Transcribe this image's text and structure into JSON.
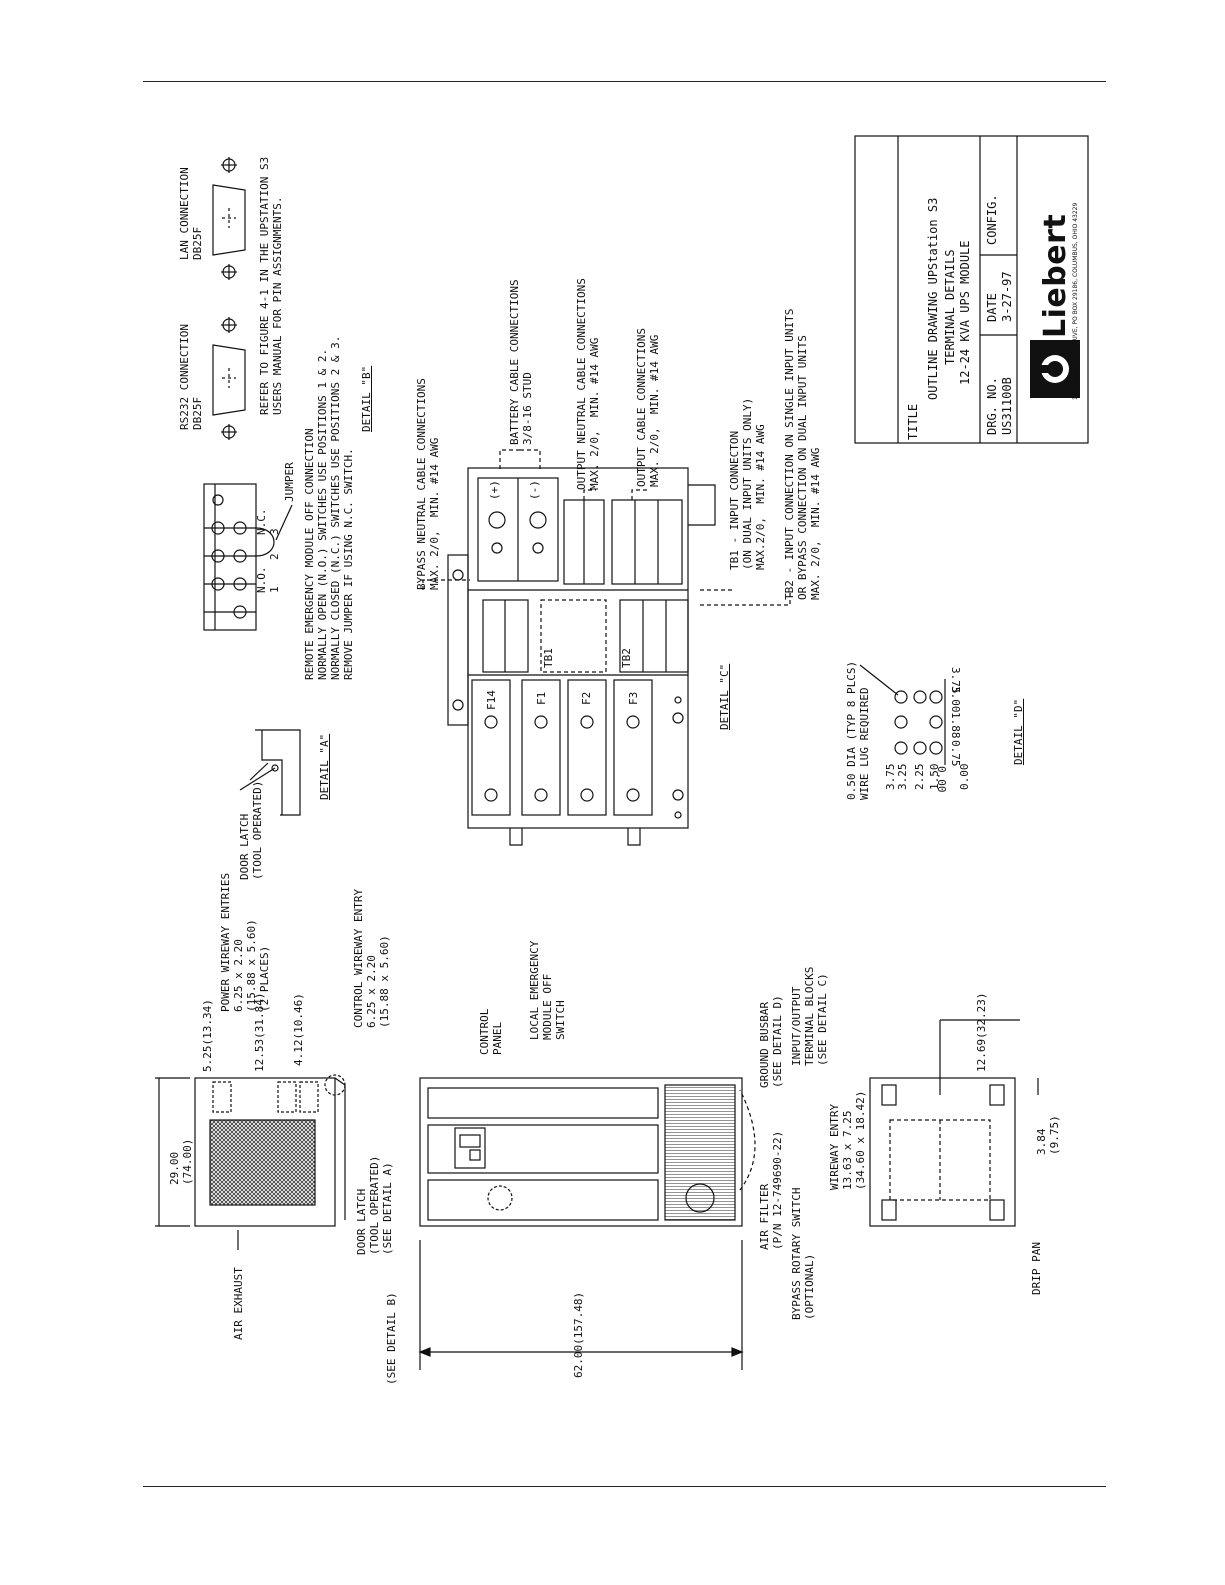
{
  "title_block": {
    "title_label": "TITLE",
    "title_lines": [
      "OUTLINE DRAWING UPStation S3",
      "TERMINAL DETAILS",
      "12-24 KVA UPS MODULE"
    ],
    "drg_no_label": "DRG. NO.",
    "drg_no": "US31100B",
    "date_label": "DATE",
    "date": "3-27-97",
    "config_label": "CONFIG.",
    "logo_text": "Liebert",
    "logo_address": "1050 DEARBORN DRIVE, PO BOX 29186, COLUMBUS, OHIO 43229"
  },
  "detail_a": {
    "title": "DETAIL \"A\"",
    "door_latch": "DOOR LATCH\n(TOOL OPERATED)"
  },
  "detail_b": {
    "title": "DETAIL \"B\"",
    "rs232": "RS232 CONNECTION\nDB25F",
    "lan": "LAN CONNECTION\nDB25F",
    "refer": "REFER TO FIGURE 4-1 IN THE UPSTATION S3\nUSERS MANUAL FOR PIN ASSIGNMENTS.",
    "remote_epo": "REMOTE EMERGENCY MODULE OFF CONNECTION\nNORMALLY OPEN (N.O.) SWITCHES USE POSITIONS 1 & 2.\nNORMALLY CLOSED (N.C.) SWITCHES USE POSITIONS 2 & 3.\nREMOVE JUMPER IF USING N.C. SWITCH.",
    "jumper": "JUMPER",
    "pin_no": "N.O.\n1",
    "pin_2": "2",
    "pin_nc": "N.C.\n3"
  },
  "detail_c": {
    "title": "DETAIL \"C\"",
    "battery": "BATTERY CABLE CONNECTIONS\n3/8-16 STUD",
    "bypass_neutral": "BYPASS NEUTRAL CABLE CONNECTIONS\nMAX. 2/0,  MIN. #14 AWG",
    "output_neutral": "OUTPUT NEUTRAL CABLE CONNECTIONS\nMAX. 2/0,  MIN. #14 AWG",
    "output_cable": "OUTPUT CABLE CONNECTIONS\nMAX. 2/0,  MIN. #14 AWG",
    "tb1": "TB1 - INPUT CONNECTON\n(ON DUAL INPUT UNITS ONLY)\nMAX.2/0,  MIN. #14 AWG",
    "tb2": "TB2 - INPUT CONNECTION ON SINGLE INPUT UNITS\nOR BYPASS CONNECTION ON DUAL INPUT UNITS\nMAX. 2/0,  MIN. #14 AWG",
    "fuses": [
      "F14",
      "F1",
      "F2",
      "F3"
    ],
    "tb_labels": [
      "TB1",
      "TB2"
    ],
    "plus": "(+)",
    "minus": "(-)"
  },
  "detail_d": {
    "title": "DETAIL \"D\"",
    "hole_note": "0.50 DIA (TYP 8 PLCS)\nWIRE LUG REQUIRED",
    "left_dims": [
      "3.75",
      "3.25",
      "2.25",
      "1.50",
      "0.00"
    ],
    "bottom_dims": [
      "0.00",
      "0.75",
      "1.88",
      "3.00",
      "3.75"
    ]
  },
  "front_view": {
    "air_exhaust": "AIR EXHAUST",
    "dim_29": "29.00\n(74.00)",
    "dim_525": "5.25(13.34)",
    "dim_1253": "12.53(31.84)",
    "dim_412": "4.12(10.46)",
    "power_wireway": "POWER WIREWAY ENTRIES\n6.25 x 2.20\n(15.88 x 5.60)\n(2 PLACES)",
    "control_wireway": "CONTROL WIREWAY ENTRY\n6.25 x 2.20\n(15.88 x 5.60)",
    "door_latch": "DOOR LATCH\n(TOOL OPERATED)\n(SEE DETAIL A)",
    "see_detail_b": "(SEE DETAIL B)",
    "dim_62": "62.00(157.48)",
    "control_panel": "CONTROL\nPANEL",
    "local_epo": "LOCAL EMERGENCY\nMODULE OFF\nSWITCH",
    "ground_busbar": "GROUND BUSBAR\n(SEE DETAIL D)",
    "io_blocks": "INPUT/OUTPUT\nTERMINAL BLOCKS\n(SEE DETAIL C)",
    "air_filter": "AIR FILTER\n(P/N 12-749690-22)",
    "bypass_switch": "BYPASS ROTARY SWITCH\n(OPTIONAL)",
    "wireway_entry": "WIREWAY ENTRY\n13.63 x 7.25\n(34.60 x 18.42)",
    "drip_pan": "DRIP PAN",
    "dim_1269": "12.69(32.23)",
    "dim_384": "3.84\n(9.75)"
  }
}
